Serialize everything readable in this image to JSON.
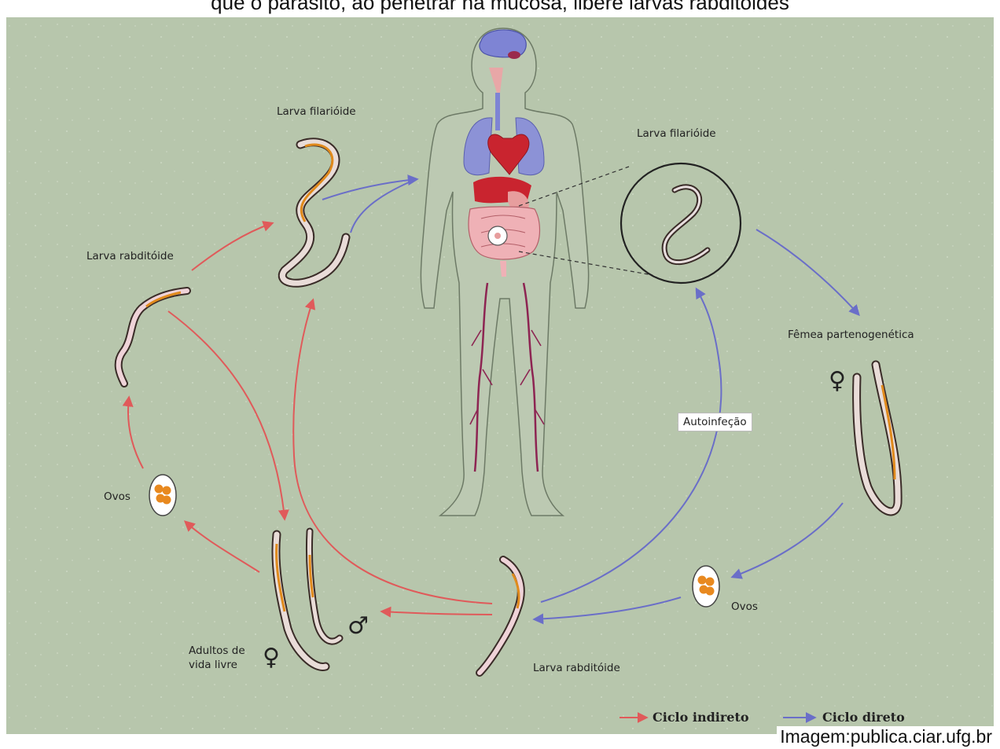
{
  "header_partial": "que o parasito, ao penetrar na mucosa, libere larvas rabditoides",
  "labels": {
    "larva_filarioide_top": "Larva filarióide",
    "larva_filarioide_right": "Larva filarióide",
    "larva_rabditoide_left": "Larva rabditóide",
    "larva_rabditoide_bottom": "Larva rabditóide",
    "femea": "Fêmea partenogenética",
    "ovos_left": "Ovos",
    "ovos_right": "Ovos",
    "adultos_line1": "Adultos de",
    "adultos_line2": "vida livre",
    "autoinfecao": "Autoinfeção"
  },
  "symbols": {
    "female": "♀",
    "male": "♂"
  },
  "legend": {
    "indirect": {
      "label": "Ciclo indireto",
      "color": "#e05a5a"
    },
    "direct": {
      "label": "Ciclo direto",
      "color": "#6a6ec8"
    }
  },
  "credit": "Imagem:publica.ciar.ufg.br",
  "colors": {
    "background": "#b7c6ac",
    "indirect_arrow": "#e05a5a",
    "direct_arrow": "#6a6ec8"
  }
}
